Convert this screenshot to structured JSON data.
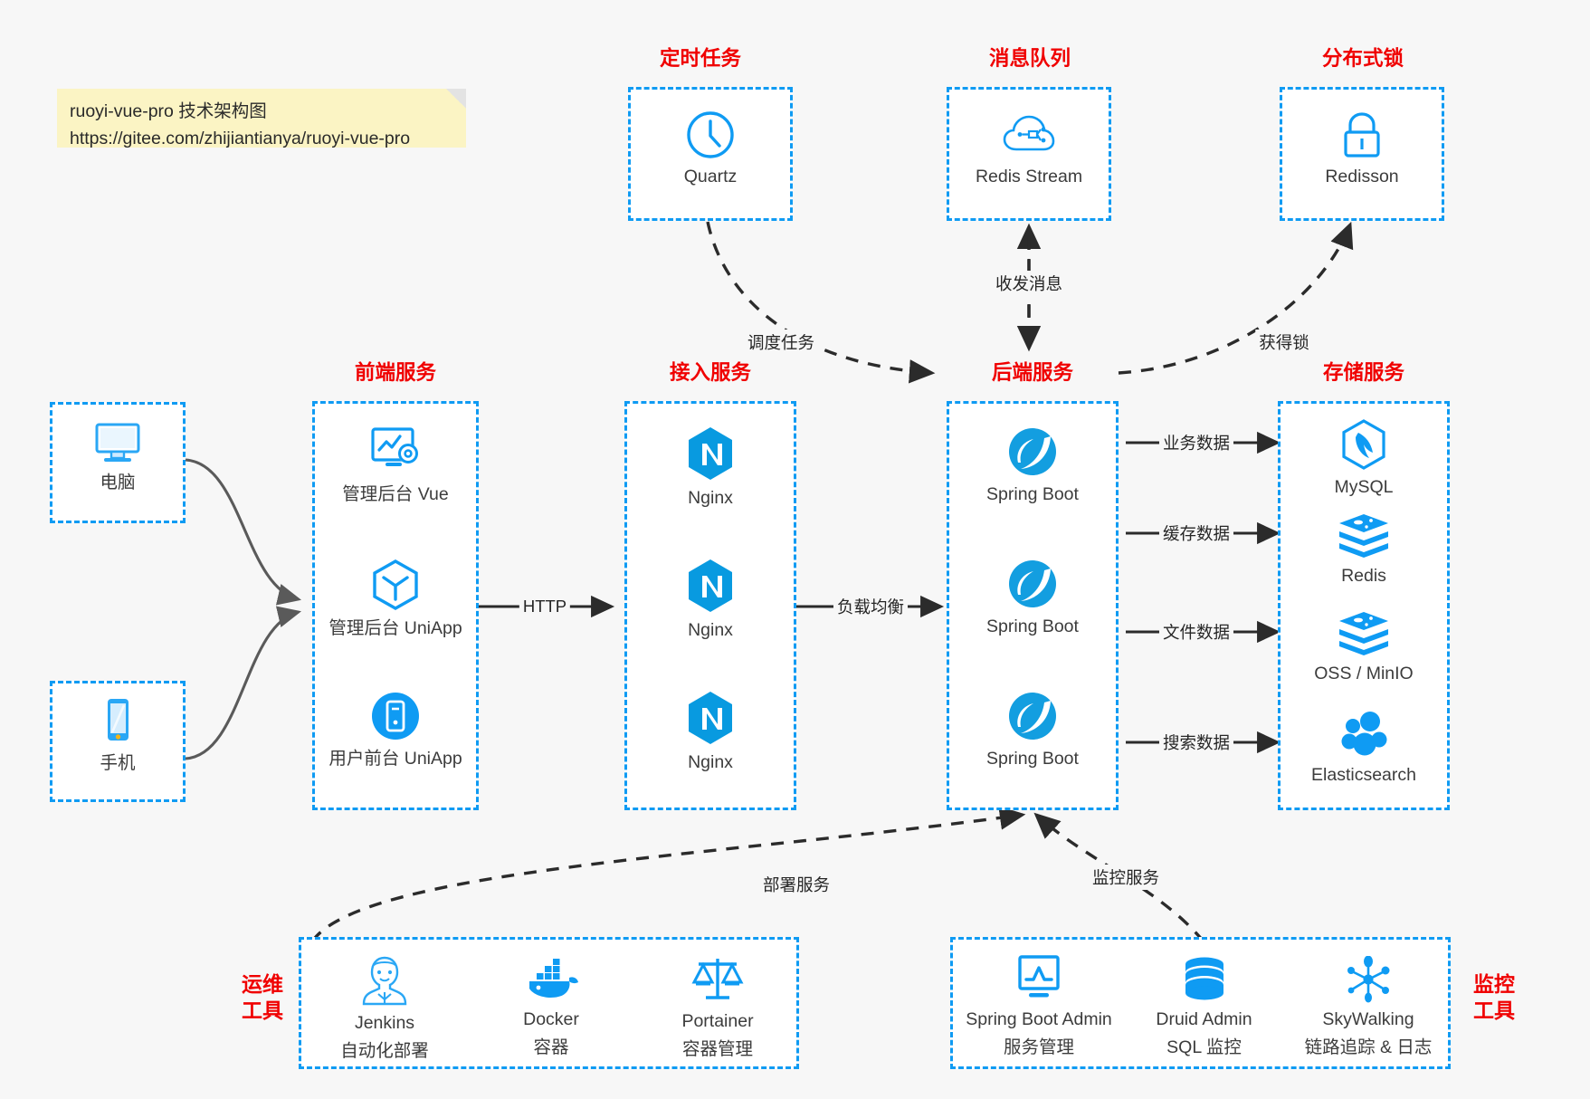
{
  "note": {
    "line1": "ruoyi-vue-pro 技术架构图",
    "line2": "https://gitee.com/zhijiantianya/ruoyi-vue-pro"
  },
  "groups": {
    "scheduler": {
      "title": "定时任务",
      "nodes": [
        {
          "label": "Quartz",
          "icon": "clock-icon"
        }
      ]
    },
    "mq": {
      "title": "消息队列",
      "nodes": [
        {
          "label": "Redis Stream",
          "icon": "cloud-network-icon"
        }
      ]
    },
    "lock": {
      "title": "分布式锁",
      "nodes": [
        {
          "label": "Redisson",
          "icon": "padlock-icon"
        }
      ]
    },
    "devices": {
      "title": "",
      "nodes": [
        {
          "label": "电脑",
          "icon": "desktop-monitor-icon"
        },
        {
          "label": "手机",
          "icon": "smartphone-icon"
        }
      ]
    },
    "frontend": {
      "title": "前端服务",
      "nodes": [
        {
          "label": "管理后台 Vue",
          "icon": "dashboard-gear-icon"
        },
        {
          "label": "管理后台 UniApp",
          "icon": "cube-hexagon-icon"
        },
        {
          "label": "用户前台 UniApp",
          "icon": "mobile-circle-icon"
        }
      ]
    },
    "gateway": {
      "title": "接入服务",
      "nodes": [
        {
          "label": "Nginx",
          "icon": "nginx-icon"
        },
        {
          "label": "Nginx",
          "icon": "nginx-icon"
        },
        {
          "label": "Nginx",
          "icon": "nginx-icon"
        }
      ]
    },
    "backend": {
      "title": "后端服务",
      "nodes": [
        {
          "label": "Spring Boot",
          "icon": "spring-leaf-icon"
        },
        {
          "label": "Spring Boot",
          "icon": "spring-leaf-icon"
        },
        {
          "label": "Spring Boot",
          "icon": "spring-leaf-icon"
        }
      ]
    },
    "storage": {
      "title": "存储服务",
      "nodes": [
        {
          "label": "MySQL",
          "icon": "mysql-dolphin-icon"
        },
        {
          "label": "Redis",
          "icon": "redis-stack-icon"
        },
        {
          "label": "OSS / MinIO",
          "icon": "redis-stack-icon"
        },
        {
          "label": "Elasticsearch",
          "icon": "elasticsearch-icon"
        }
      ]
    },
    "devops": {
      "title": "运维\n工具",
      "nodes": [
        {
          "label": "Jenkins",
          "sublabel": "自动化部署",
          "icon": "jenkins-butler-icon"
        },
        {
          "label": "Docker",
          "sublabel": "容器",
          "icon": "docker-whale-icon"
        },
        {
          "label": "Portainer",
          "sublabel": "容器管理",
          "icon": "scales-balance-icon"
        }
      ]
    },
    "monitor": {
      "title": "监控\n工具",
      "nodes": [
        {
          "label": "Spring Boot Admin",
          "sublabel": "服务管理",
          "icon": "monitor-chart-icon"
        },
        {
          "label": "Druid Admin",
          "sublabel": "SQL 监控",
          "icon": "database-cylinder-icon"
        },
        {
          "label": "SkyWalking",
          "sublabel": "链路追踪 & 日志",
          "icon": "node-graph-icon"
        }
      ]
    }
  },
  "edges": {
    "http": "HTTP",
    "load_balance": "负载均衡",
    "schedule_task": "调度任务",
    "send_receive_message": "收发消息",
    "acquire_lock": "获得锁",
    "business_data": "业务数据",
    "cache_data": "缓存数据",
    "file_data": "文件数据",
    "search_data": "搜索数据",
    "deploy_service": "部署服务",
    "monitor_service": "监控服务"
  },
  "colors": {
    "accent_blue": "#0f9bf3",
    "title_red": "#f00000",
    "note_yellow": "#fbf4c4",
    "background": "#f7f7f7",
    "line_dark": "#2b2b2b"
  }
}
